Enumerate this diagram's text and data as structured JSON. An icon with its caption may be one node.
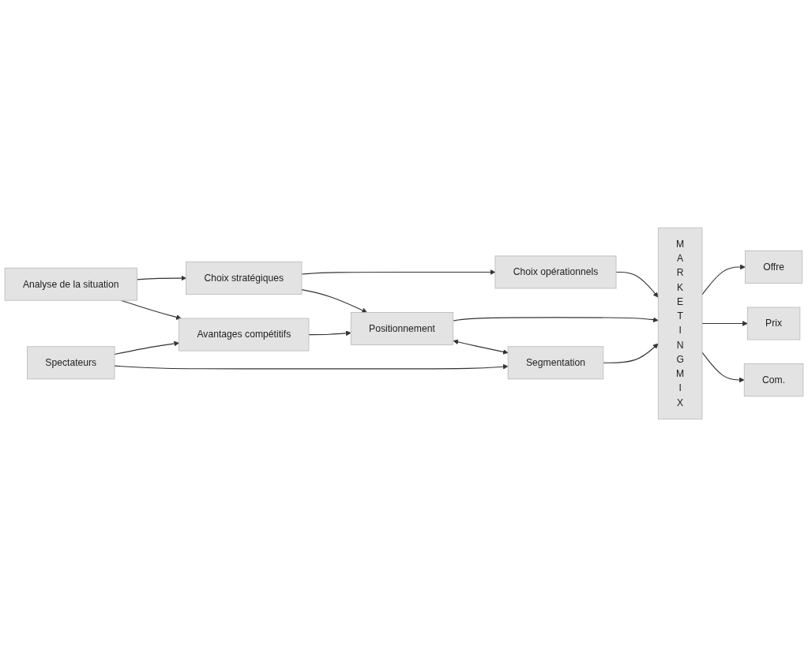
{
  "diagram": {
    "nodes": [
      {
        "text": [
          "Analyse de la situation"
        ]
      },
      {
        "text": [
          "Choix stratégiques"
        ]
      },
      {
        "text": [
          "Choix opérationnels"
        ]
      },
      {
        "text": [
          "Avantages compétitifs"
        ]
      },
      {
        "text": [
          "Positionnement"
        ]
      },
      {
        "text": [
          "M A R K E T I N G M I X"
        ]
      },
      {
        "text": [
          "Offre"
        ]
      },
      {
        "text": [
          "Prix"
        ]
      },
      {
        "text": [
          "Spectateurs"
        ]
      },
      {
        "text": [
          "Segmentation"
        ]
      },
      {
        "text": [
          "Com."
        ]
      }
    ],
    "edges": [
      {
        "from": 0,
        "to": 1,
        "arrow": "to"
      },
      {
        "from": 1,
        "to": 2,
        "arrow": "to"
      },
      {
        "from": 0,
        "to": 3,
        "arrow": "to"
      },
      {
        "from": 1,
        "to": 4,
        "arrow": "to"
      },
      {
        "from": 2,
        "to": 5,
        "arrow": "to"
      },
      {
        "from": 3,
        "to": 4,
        "arrow": "to"
      },
      {
        "from": 4,
        "to": 5,
        "arrow": "to"
      },
      {
        "from": 4,
        "to": 9,
        "arrow": "both"
      },
      {
        "from": 8,
        "to": 3,
        "arrow": "to"
      },
      {
        "from": 8,
        "to": 9,
        "arrow": "to"
      },
      {
        "from": 9,
        "to": 5,
        "arrow": "to"
      },
      {
        "from": 5,
        "to": 6,
        "arrow": "to"
      },
      {
        "from": 5,
        "to": 7,
        "arrow": "to"
      },
      {
        "from": 5,
        "to": 10,
        "arrow": "to"
      }
    ]
  }
}
